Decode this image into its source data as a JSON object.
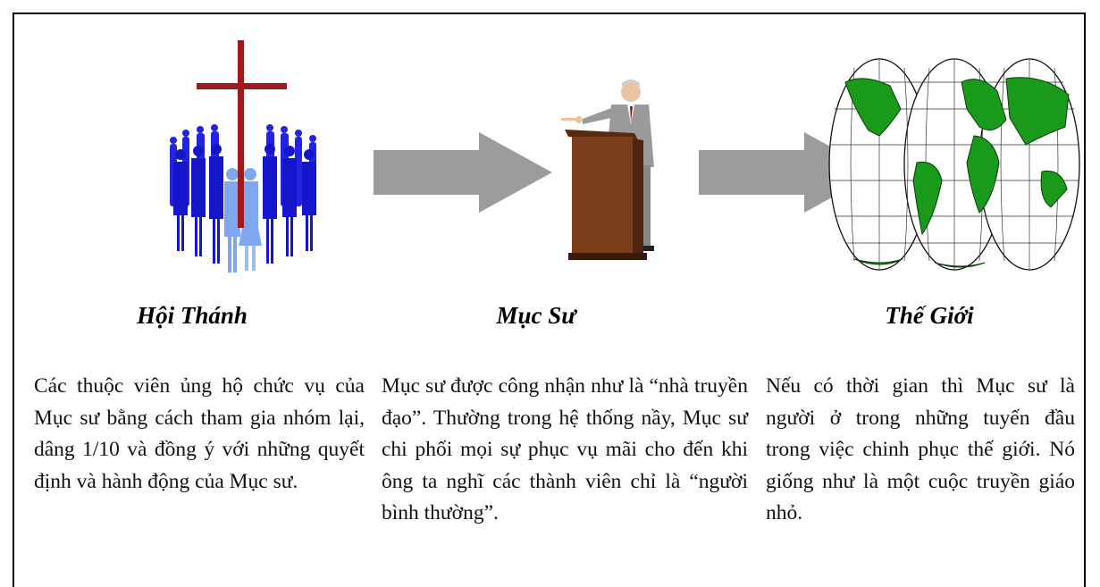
{
  "columns": [
    {
      "title": "Hội Thánh",
      "description": "Các thuộc viên ủng hộ chức vụ của Mục sư bằng cách tham gia nhóm lại, dâng 1/10 và đồng ý với những quyết định và hành động của Mục sư.",
      "image": "church-crowd-cross"
    },
    {
      "title": "Mục Sư",
      "description": "Mục sư được công nhận như là “nhà truyền đạo”. Thường trong hệ thống nầy, Mục sư chi phối mọi sự phục vụ mãi cho đến khi ông ta nghĩ các thành viên chỉ là “người bình thường”.",
      "image": "preacher-at-pulpit"
    },
    {
      "title": "Thế Giới",
      "description": "Nếu có thời gian thì Mục sư là người ở trong những tuyến đầu trong việc chinh phục thế giới. Nó giống như là một cuộc truyền giáo nhỏ.",
      "image": "world-map-globe"
    }
  ],
  "arrows": [
    "arrow-right",
    "arrow-right"
  ],
  "colors": {
    "cross": "#a0191c",
    "people_dark": "#1a1ad6",
    "people_light": "#7ea7ee",
    "pulpit": "#7a3e1c",
    "suit": "#9a9a9a",
    "arrow": "#9c9c9c",
    "land": "#1a9a1a"
  }
}
